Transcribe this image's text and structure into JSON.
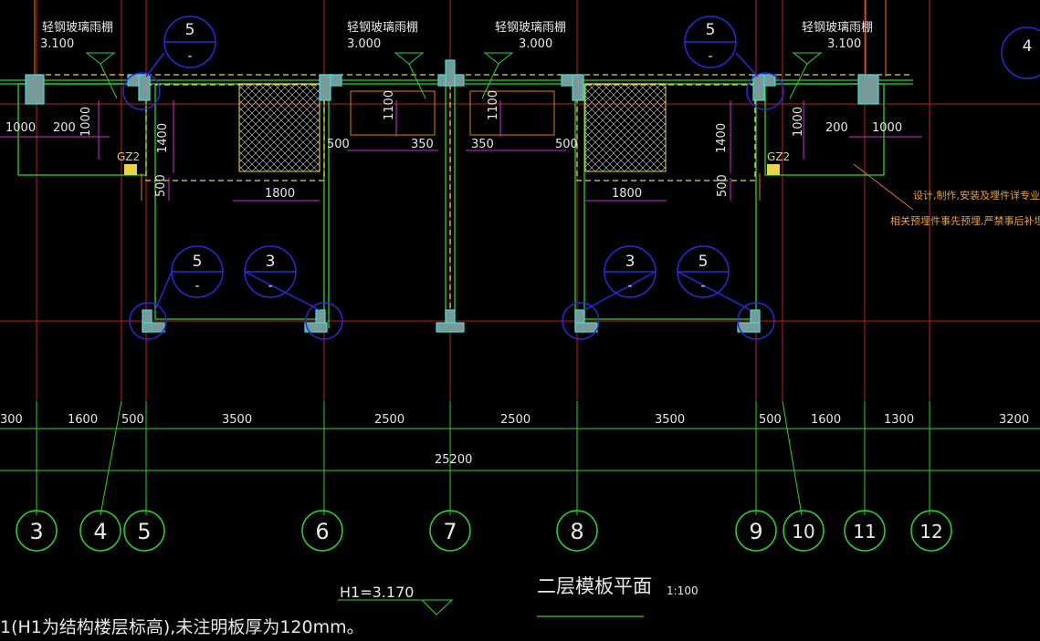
{
  "drawing": {
    "title": "二层模板平面",
    "scale": "1:100",
    "h1_label": "H1=3.170",
    "note": "1(H1为结构楼层标高),未注明板厚为120mm。",
    "side_note_line1": "设计,制作,安装及埋件详专业厂家",
    "side_note_line2": "相关预埋件事先预埋,严禁事后补埋"
  },
  "canopies": [
    {
      "label": "轻钢玻璃雨棚",
      "elev": "3.100"
    },
    {
      "label": "轻钢玻璃雨棚",
      "elev": "3.000"
    },
    {
      "label": "轻钢玻璃雨棚",
      "elev": "3.000"
    },
    {
      "label": "轻钢玻璃雨棚",
      "elev": "3.100"
    }
  ],
  "gz_labels": [
    "GZ2",
    "GZ2"
  ],
  "detail_callouts": [
    "5",
    "5",
    "5",
    "3",
    "3",
    "5",
    "4"
  ],
  "detail_callout_sub": "-",
  "local_dims": [
    "1000",
    "200",
    "1000",
    "1400",
    "500",
    "1100",
    "350",
    "1100",
    "350",
    "500",
    "1400",
    "1000",
    "200",
    "1000",
    "1800",
    "1800",
    "500",
    "500"
  ],
  "axis_spacings": [
    "300",
    "1600",
    "500",
    "3500",
    "2500",
    "2500",
    "3500",
    "500",
    "1600",
    "1300",
    "3200"
  ],
  "overall_dim": "25200",
  "axes": [
    "3",
    "4",
    "5",
    "6",
    "7",
    "8",
    "9",
    "10",
    "11",
    "12"
  ]
}
